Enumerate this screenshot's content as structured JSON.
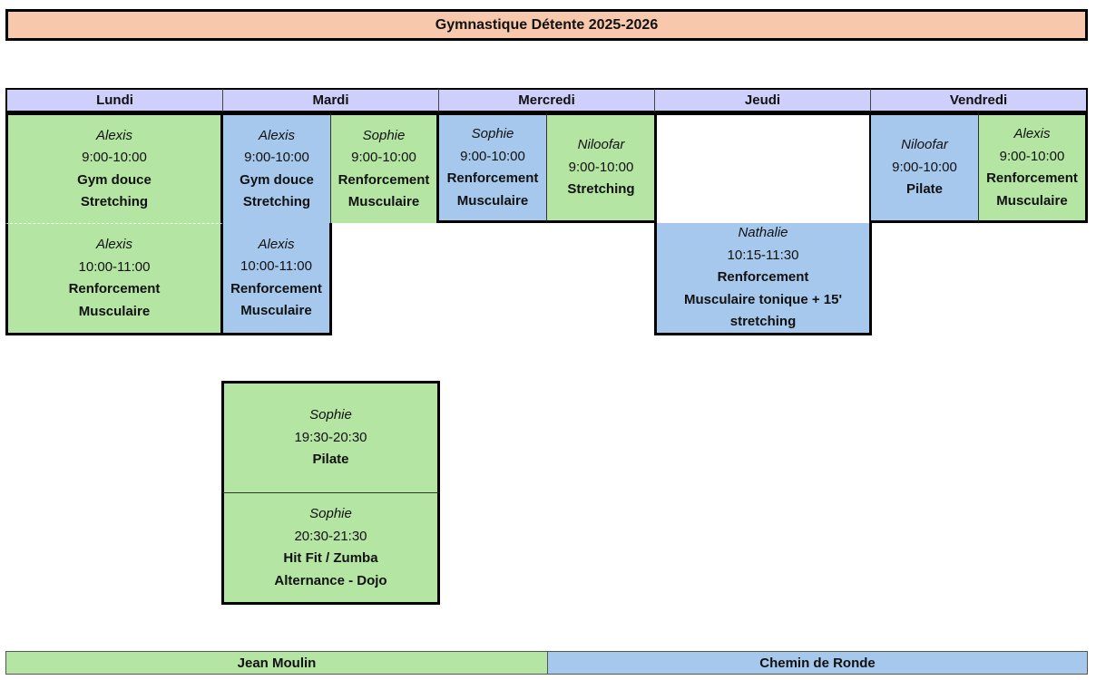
{
  "title": "Gymnastique Détente 2025-2026",
  "days": [
    "Lundi",
    "Mardi",
    "Mercredi",
    "Jeudi",
    "Vendredi"
  ],
  "sessions": {
    "lundi_1": {
      "instructor": "Alexis",
      "time": "9:00-10:00",
      "name": [
        "Gym douce",
        "Stretching"
      ]
    },
    "lundi_2": {
      "instructor": "Alexis",
      "time": "10:00-11:00",
      "name": [
        "Renforcement",
        "Musculaire"
      ]
    },
    "mardi_1a": {
      "instructor": "Alexis",
      "time": "9:00-10:00",
      "name": [
        "Gym douce",
        "Stretching"
      ]
    },
    "mardi_1b": {
      "instructor": "Sophie",
      "time": "9:00-10:00",
      "name": [
        "Renforcement",
        "Musculaire"
      ]
    },
    "mardi_2a": {
      "instructor": "Alexis",
      "time": "10:00-11:00",
      "name": [
        "Renforcement",
        "Musculaire"
      ]
    },
    "mercredi_1a": {
      "instructor": "Sophie",
      "time": "9:00-10:00",
      "name": [
        "Renforcement",
        "Musculaire"
      ]
    },
    "mercredi_1b": {
      "instructor": "Niloofar",
      "time": "9:00-10:00",
      "name": [
        "Stretching"
      ]
    },
    "jeudi_2": {
      "instructor": "Nathalie",
      "time": "10:15-11:30",
      "name": [
        "Renforcement",
        "Musculaire tonique + 15'",
        "stretching"
      ]
    },
    "vendredi_1a": {
      "instructor": "Niloofar",
      "time": "9:00-10:00",
      "name": [
        "Pilate"
      ]
    },
    "vendredi_1b": {
      "instructor": "Alexis",
      "time": "9:00-10:00",
      "name": [
        "Renforcement",
        "Musculaire"
      ]
    },
    "soir_1": {
      "instructor": "Sophie",
      "time": "19:30-20:30",
      "name": [
        "Pilate"
      ]
    },
    "soir_2": {
      "instructor": "Sophie",
      "time": "20:30-21:30",
      "name": [
        "Hit Fit / Zumba",
        "Alternance - Dojo"
      ]
    }
  },
  "legend": {
    "green": "Jean Moulin",
    "blue": "Chemin de Ronde",
    "green_color": "#b5e5a2",
    "blue_color": "#a6c8ec"
  }
}
